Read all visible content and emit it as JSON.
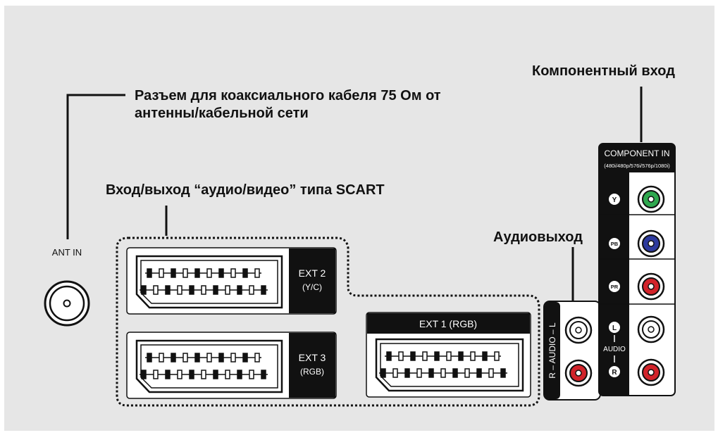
{
  "labels": {
    "antenna_callout": [
      "Разъем для коаксиального кабеля 75 Ом от",
      "антенны/кабельной сети"
    ],
    "scart_callout": "Вход/выход “аудио/видео” типа SCART",
    "audio_out_callout": "Аудиовыход",
    "component_callout": "Компонентный вход"
  },
  "ant": {
    "label": "ANT IN"
  },
  "scart": {
    "ext2": {
      "name": "EXT 2",
      "sub": "(Y/C)"
    },
    "ext3": {
      "name": "EXT 3",
      "sub": "(RGB)"
    },
    "ext1": {
      "name": "EXT 1 (RGB)"
    }
  },
  "audio_out": {
    "label": "R – AUDIO – L",
    "left": "L",
    "right": "R"
  },
  "component": {
    "title": "COMPONENT IN",
    "formats": "(480i/480p/576i/576p/1080i)",
    "jacks": [
      "Y",
      "PB",
      "PR"
    ],
    "audio_label": "AUDIO",
    "audio_left": "L",
    "audio_right": "R"
  },
  "colors": {
    "background": "#e6e6e6",
    "y_jack": "#2fa84f",
    "pb_jack": "#2d3a9e",
    "pr_jack": "#d2232a",
    "audio_r_jack": "#d2232a",
    "audio_l_jack": "#ffffff",
    "panel_dark": "#111111"
  }
}
